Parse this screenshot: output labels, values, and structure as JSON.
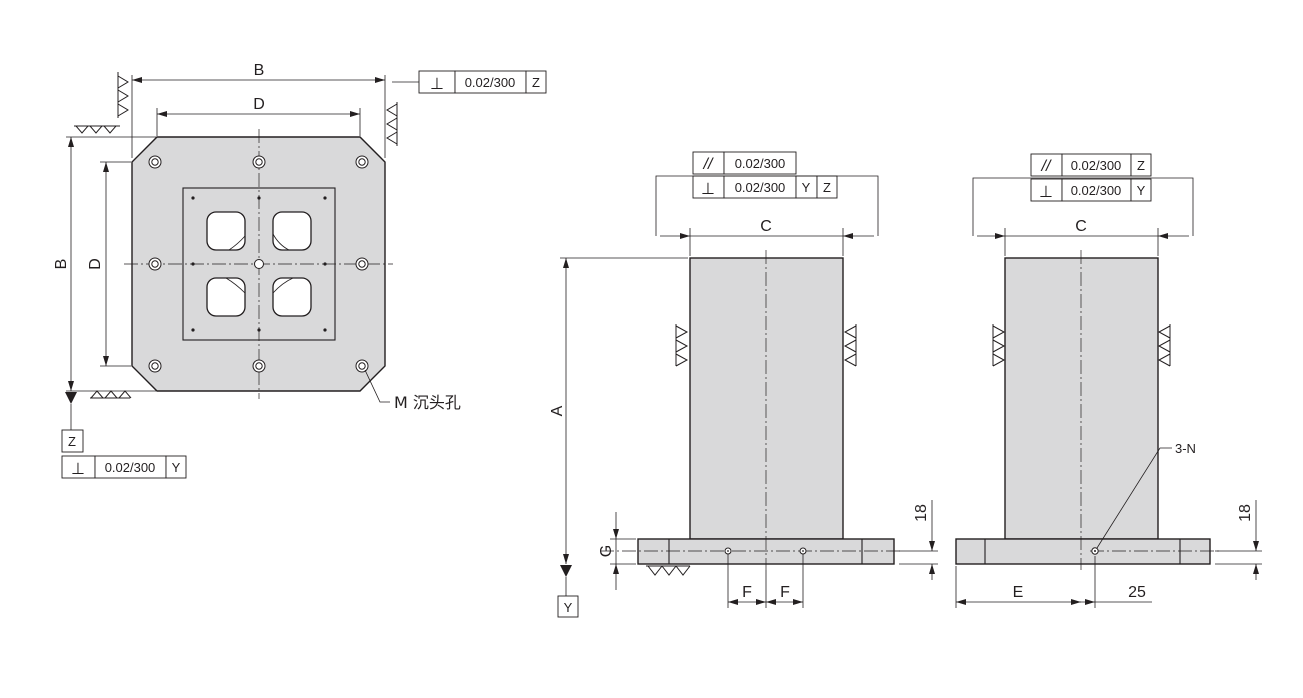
{
  "top_view": {
    "dim_outer_width": "B",
    "dim_inner_width": "D",
    "dim_outer_height": "B",
    "dim_inner_height": "D",
    "hole_note": "M 沉头孔",
    "datum_z": "Z",
    "fcf_top": {
      "symbol": "⊥",
      "tolerance": "0.02/300",
      "datum": "Z"
    },
    "fcf_bottom": {
      "symbol": "⊥",
      "tolerance": "0.02/300",
      "datum": "Y"
    }
  },
  "front_view": {
    "fcf_parallel": {
      "symbol": "//",
      "tolerance": "0.02/300"
    },
    "fcf_perp": {
      "symbol": "⊥",
      "tolerance": "0.02/300",
      "datum1": "Y",
      "datum2": "Z"
    },
    "dim_width": "C",
    "dim_height": "A",
    "dim_base_thickness": "G",
    "dim_hole_offset_left": "F",
    "dim_hole_offset_right": "F",
    "datum_y": "Y"
  },
  "side_view": {
    "fcf_parallel": {
      "symbol": "//",
      "tolerance": "0.02/300",
      "datum": "Z"
    },
    "fcf_perp": {
      "symbol": "⊥",
      "tolerance": "0.02/300",
      "datum": "Y"
    },
    "dim_width": "C",
    "dim_base_length": "E",
    "dim_hole_offset": "25",
    "hole_note": "3-N"
  },
  "dim_base_height_front": "18",
  "dim_base_height_side": "18"
}
